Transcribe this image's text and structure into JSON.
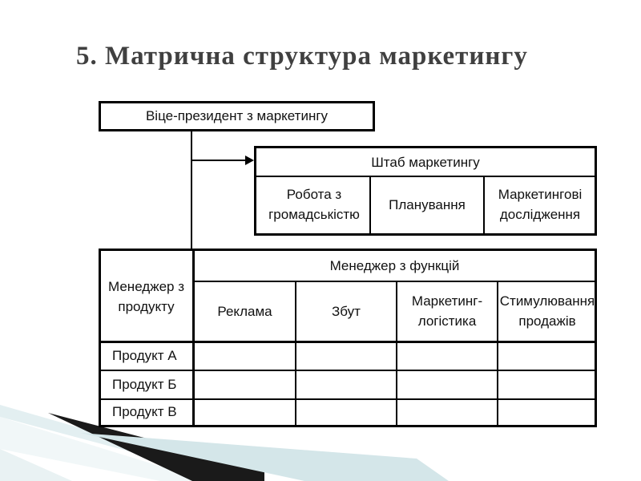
{
  "slide": {
    "title": "5. Матрична структура маркетингу"
  },
  "diagram": {
    "vice_president": "Віце-президент з маркетингу",
    "marketing_staff": {
      "title": "Штаб маркетингу",
      "units": [
        "Робота з громадськістю",
        "Планування",
        "Маркетингові дослідження"
      ]
    },
    "matrix": {
      "row_header": "Менеджер з продукту",
      "column_group": "Менеджер з функцій",
      "columns": [
        "Реклама",
        "Збут",
        "Маркетинг-логістика",
        "Стимулювання продажів"
      ],
      "rows": [
        "Продукт А",
        "Продукт Б",
        "Продукт В"
      ]
    }
  },
  "colors": {
    "title": "#404040",
    "lines": "#000000",
    "decor_dark": "#1a1a1a",
    "decor_light": "#cfe3e6"
  }
}
